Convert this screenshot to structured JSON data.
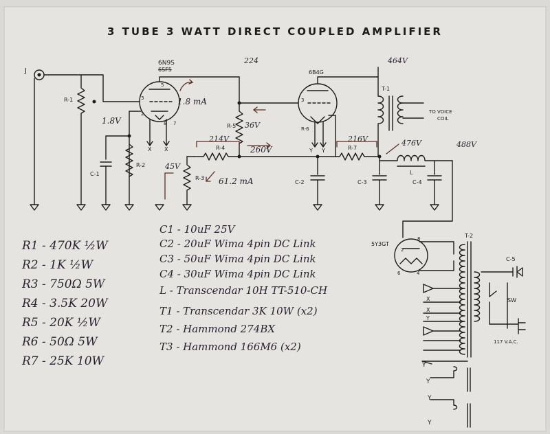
{
  "title": "3 TUBE 3 WATT DIRECT COUPLED AMPLIFIER",
  "tubes": {
    "v1": "6N9S",
    "v1_struck": "6SF5",
    "v2": "6B4G",
    "rect": "5Y3GT"
  },
  "labels": {
    "jack": "J",
    "r1": "R-1",
    "r2": "R-2",
    "r3": "R-3",
    "r4": "R-4",
    "r5": "R-5",
    "r6": "R-6",
    "r7": "R-7",
    "c1": "C-1",
    "c2": "C-2",
    "c3": "C-3",
    "c4": "C-4",
    "c5": "C-5",
    "l": "L",
    "t1": "T-1",
    "t2": "T-2",
    "sw": "SW",
    "voice_coil_1": "TO VOICE",
    "voice_coil_2": "COIL",
    "mains": "117 V.A.C.",
    "heater_x": "X",
    "heater_y": "Y",
    "pin_5": "5",
    "pin_3": "3",
    "pin_2": "2",
    "pin_8": "8",
    "pin_7": "7",
    "pin_4": "4",
    "pin_6": "6"
  },
  "annotations": {
    "v224": "224",
    "v464": "464V",
    "v476": "476V",
    "v488": "488V",
    "v1_8": "1.8V",
    "ma1_8": "1.8 mA",
    "v36": "36V",
    "v214": "214V",
    "v260": "260V",
    "v216": "216V",
    "v45": "45V",
    "ma61": "61.2 mA"
  },
  "parts_list": {
    "left": [
      "R1 - 470K ½W",
      "R2 - 1K ½W",
      "R3 - 750Ω 5W",
      "R4 - 3.5K 20W",
      "R5 - 20K ½W",
      "R6 - 50Ω 5W",
      "R7 - 25K 10W"
    ],
    "right": [
      "C1 - 10uF 25V",
      "C2 - 20uF Wima 4pin DC Link",
      "C3 - 50uF Wima 4pin DC Link",
      "C4 - 30uF Wima 4pin DC Link",
      "L - Transcendar 10H TT-510-CH",
      "T1 - Transcendar 3K 10W (x2)",
      "T2 - Hammond 274BX",
      "T3 - Hammond 166M6 (x2)"
    ]
  },
  "colors": {
    "ink": "#1c1c1c",
    "pen": "#5a2f22",
    "paper": "#dcdad6"
  }
}
